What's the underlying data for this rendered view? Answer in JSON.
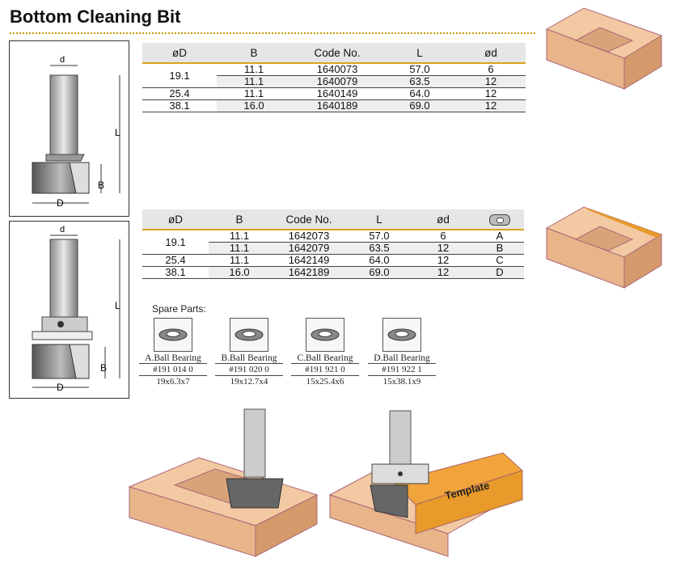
{
  "title": "Bottom Cleaning Bit",
  "diagram_labels": {
    "d": "d",
    "L": "L",
    "B": "B",
    "D": "D"
  },
  "table1": {
    "headers": [
      "øD",
      "B",
      "Code No.",
      "L",
      "ød"
    ],
    "rows": [
      {
        "oD": "19.1",
        "B": "11.1",
        "code": "1640073",
        "L": "57.0",
        "od": "6"
      },
      {
        "oD": "",
        "B": "11.1",
        "code": "1640079",
        "L": "63.5",
        "od": "12"
      },
      {
        "oD": "25.4",
        "B": "11.1",
        "code": "1640149",
        "L": "64.0",
        "od": "12"
      },
      {
        "oD": "38.1",
        "B": "16.0",
        "code": "1640189",
        "L": "69.0",
        "od": "12"
      }
    ]
  },
  "table2": {
    "headers": [
      "øD",
      "B",
      "Code No.",
      "L",
      "ød"
    ],
    "rows": [
      {
        "oD": "19.1",
        "B": "11.1",
        "code": "1642073",
        "L": "57.0",
        "od": "6",
        "bearing": "A"
      },
      {
        "oD": "",
        "B": "11.1",
        "code": "1642079",
        "L": "63.5",
        "od": "12",
        "bearing": "B"
      },
      {
        "oD": "25.4",
        "B": "11.1",
        "code": "1642149",
        "L": "64.0",
        "od": "12",
        "bearing": "C"
      },
      {
        "oD": "38.1",
        "B": "16.0",
        "code": "1642189",
        "L": "69.0",
        "od": "12",
        "bearing": "D"
      }
    ]
  },
  "spare_parts": {
    "title": "Spare Parts:",
    "items": [
      {
        "label": "A.Ball Bearing",
        "number": "#191 014 0",
        "dims": "19x6.3x7"
      },
      {
        "label": "B.Ball Bearing",
        "number": "#191 020 0",
        "dims": "19x12.7x4"
      },
      {
        "label": "C.Ball Bearing",
        "number": "#191 921 0",
        "dims": "15x25.4x6"
      },
      {
        "label": "D.Ball Bearing",
        "number": "#191 922 1",
        "dims": "15x38.1x9"
      }
    ]
  },
  "template_label": "Template",
  "colors": {
    "accent": "#d9a41a",
    "wood": "#e8b48a",
    "template": "#e89a2a"
  }
}
